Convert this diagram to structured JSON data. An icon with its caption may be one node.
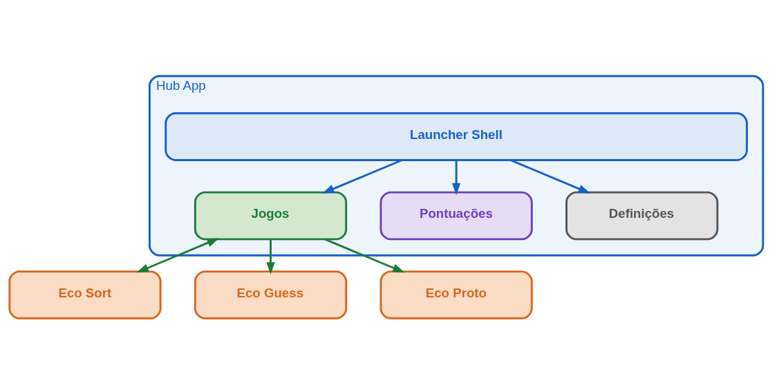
{
  "diagram": {
    "nodes": [
      {
        "text": [
          "Hub App"
        ]
      },
      {
        "text": [
          "Launcher Shell"
        ],
        "in": 0
      },
      {
        "text": [
          "Jogos"
        ],
        "in": 0
      },
      {
        "text": [
          "Pontuações"
        ],
        "in": 0
      },
      {
        "text": [
          "Definições"
        ],
        "in": 0
      },
      {
        "text": [
          "Eco Sort"
        ]
      },
      {
        "text": [
          "Eco Guess"
        ]
      },
      {
        "text": [
          "Eco Proto"
        ]
      }
    ],
    "edges": [
      {
        "from": 1,
        "to": 2,
        "arrow": "to"
      },
      {
        "from": 1,
        "to": 3,
        "arrow": "to"
      },
      {
        "from": 1,
        "to": 4,
        "arrow": "to"
      },
      {
        "from": 2,
        "to": 5,
        "arrow": "both",
        "color": "#1e7a3c"
      },
      {
        "from": 2,
        "to": 6,
        "arrow": "to",
        "color": "#1e7a3c"
      },
      {
        "from": 2,
        "to": 7,
        "arrow": "to",
        "color": "#1e7a3c"
      }
    ]
  }
}
